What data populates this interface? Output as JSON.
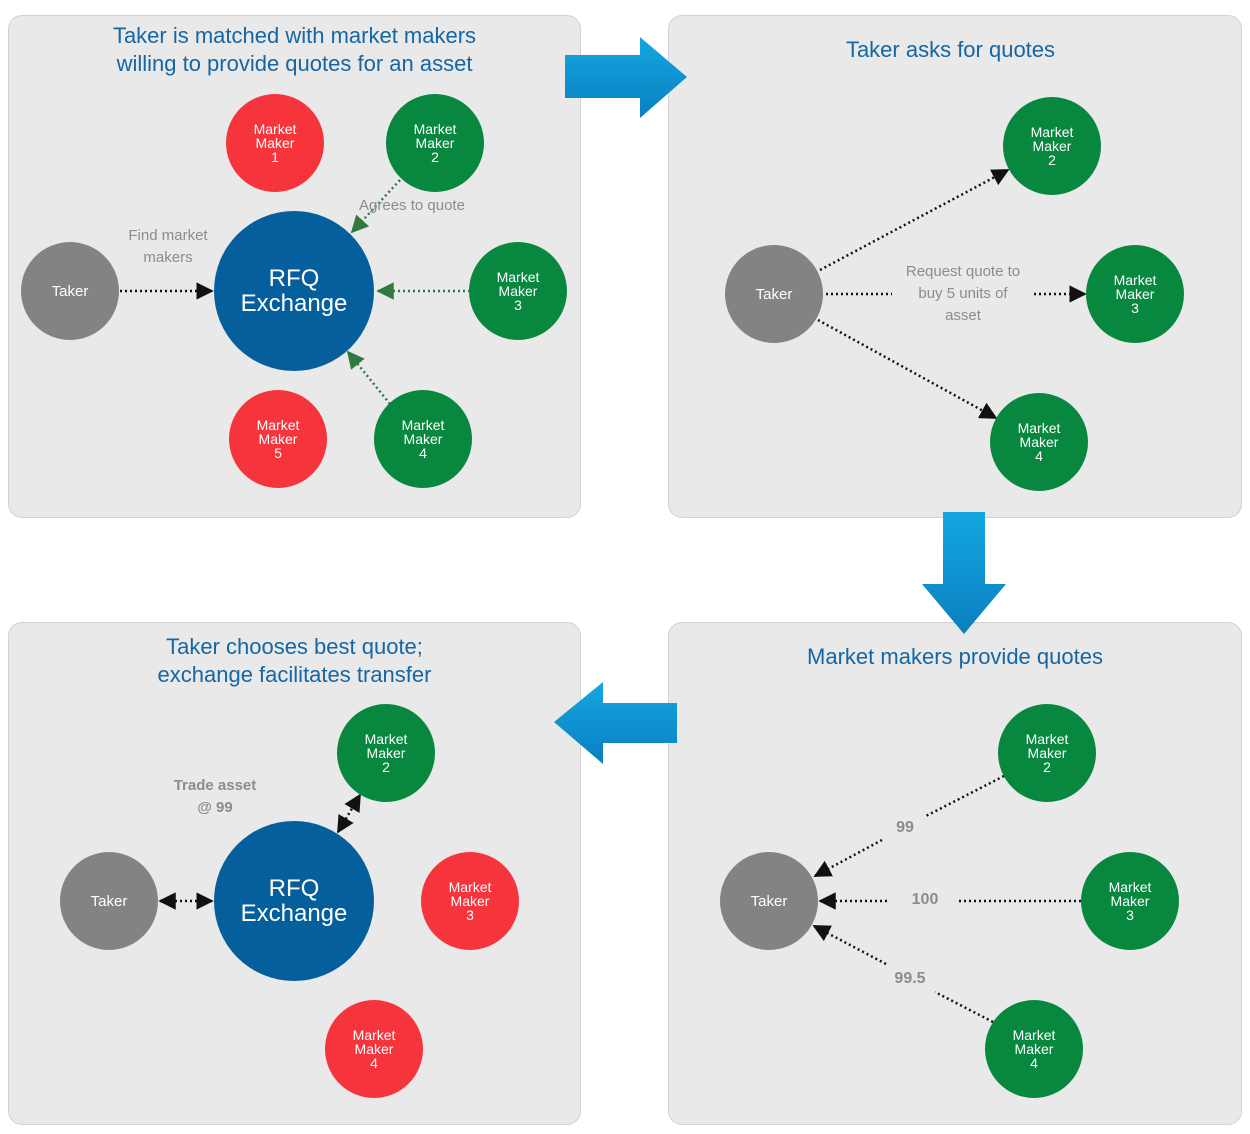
{
  "colors": {
    "accent_blue": "#1566a3",
    "rfq_blue": "#045f9c",
    "arrow_blue": "#0898d2",
    "market_maker_red": "#f6343c",
    "market_maker_green": "#07883e",
    "taker_grey": "#838384",
    "panel_bg": "#e9e9ea",
    "label_grey": "#8c8c8e"
  },
  "panels": {
    "step1": {
      "title_line1": "Taker is matched with market makers",
      "title_line2": "willing to provide quotes for an asset",
      "taker": "Taker",
      "rfq_line1": "RFQ",
      "rfq_line2": "Exchange",
      "label_find_line1": "Find market",
      "label_find_line2": "makers",
      "label_agrees": "Agrees to quote",
      "market_makers": [
        {
          "line1": "Market",
          "line2": "Maker",
          "num": "1",
          "status": "red"
        },
        {
          "line1": "Market",
          "line2": "Maker",
          "num": "2",
          "status": "green"
        },
        {
          "line1": "Market",
          "line2": "Maker",
          "num": "3",
          "status": "green"
        },
        {
          "line1": "Market",
          "line2": "Maker",
          "num": "4",
          "status": "green"
        },
        {
          "line1": "Market",
          "line2": "Maker",
          "num": "5",
          "status": "red"
        }
      ]
    },
    "step2": {
      "title": "Taker asks for quotes",
      "taker": "Taker",
      "request_line1": "Request quote to",
      "request_line2": "buy 5 units of",
      "request_line3": "asset",
      "market_makers": [
        {
          "line1": "Market",
          "line2": "Maker",
          "num": "2",
          "status": "green"
        },
        {
          "line1": "Market",
          "line2": "Maker",
          "num": "3",
          "status": "green"
        },
        {
          "line1": "Market",
          "line2": "Maker",
          "num": "4",
          "status": "green"
        }
      ]
    },
    "step3": {
      "title": "Market makers provide quotes",
      "taker": "Taker",
      "quotes": [
        "99",
        "100",
        "99.5"
      ],
      "market_makers": [
        {
          "line1": "Market",
          "line2": "Maker",
          "num": "2",
          "status": "green"
        },
        {
          "line1": "Market",
          "line2": "Maker",
          "num": "3",
          "status": "green"
        },
        {
          "line1": "Market",
          "line2": "Maker",
          "num": "4",
          "status": "green"
        }
      ]
    },
    "step4": {
      "title_line1": "Taker chooses best quote;",
      "title_line2": "exchange facilitates transfer",
      "taker": "Taker",
      "rfq_line1": "RFQ",
      "rfq_line2": "Exchange",
      "trade_line1": "Trade asset",
      "trade_line2": "@ 99",
      "market_makers": [
        {
          "line1": "Market",
          "line2": "Maker",
          "num": "2",
          "status": "green"
        },
        {
          "line1": "Market",
          "line2": "Maker",
          "num": "3",
          "status": "red"
        },
        {
          "line1": "Market",
          "line2": "Maker",
          "num": "4",
          "status": "red"
        }
      ]
    }
  }
}
